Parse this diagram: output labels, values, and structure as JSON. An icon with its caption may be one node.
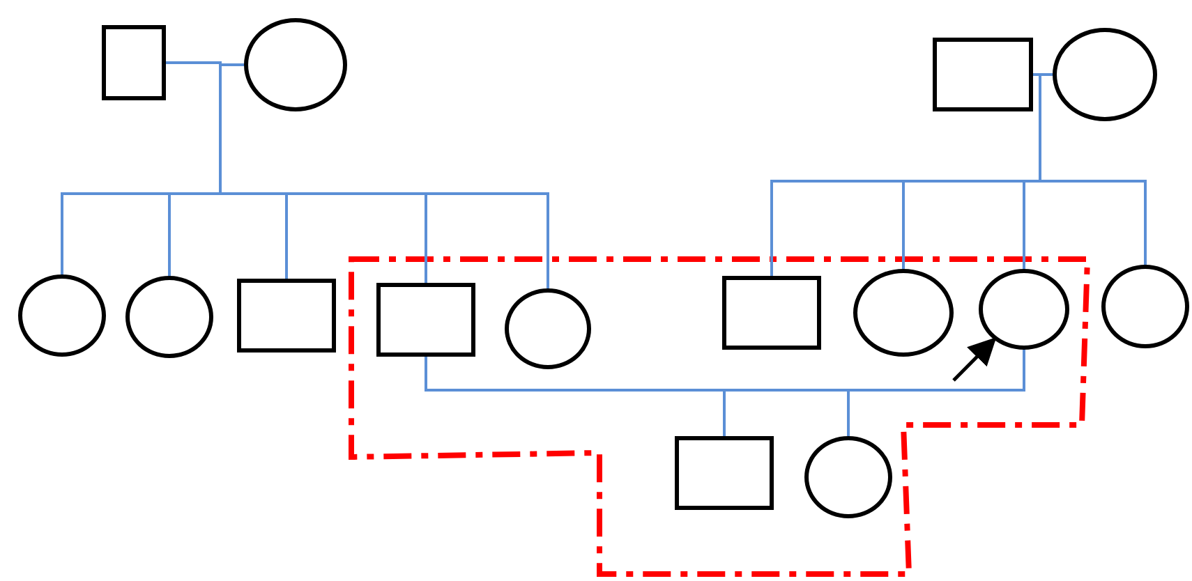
{
  "diagram": {
    "nodes": [
      {
        "text": [],
        "shape": "box"
      },
      {
        "text": [],
        "shape": "circle"
      },
      {
        "text": [],
        "shape": "box"
      },
      {
        "text": [],
        "shape": "circle"
      },
      {
        "text": [],
        "shape": "circle"
      },
      {
        "text": [],
        "shape": "circle"
      },
      {
        "text": [],
        "shape": "box"
      },
      {
        "text": [],
        "shape": "box"
      },
      {
        "text": [],
        "shape": "circle"
      },
      {
        "text": [],
        "shape": "box"
      },
      {
        "text": [],
        "shape": "circle"
      },
      {
        "text": [],
        "shape": "circle"
      },
      {
        "text": [],
        "shape": "circle"
      },
      {
        "text": [],
        "shape": "box"
      },
      {
        "text": [],
        "shape": "circle"
      }
    ],
    "edges": [
      {
        "from": 0,
        "to": 4,
        "arrow": "none"
      },
      {
        "from": 0,
        "to": 5,
        "arrow": "none"
      },
      {
        "from": 0,
        "to": 6,
        "arrow": "none"
      },
      {
        "from": 0,
        "to": 7,
        "arrow": "none"
      },
      {
        "from": 0,
        "to": 8,
        "arrow": "none"
      },
      {
        "from": 1,
        "to": 4,
        "arrow": "none"
      },
      {
        "from": 1,
        "to": 5,
        "arrow": "none"
      },
      {
        "from": 1,
        "to": 6,
        "arrow": "none"
      },
      {
        "from": 1,
        "to": 7,
        "arrow": "none"
      },
      {
        "from": 1,
        "to": 8,
        "arrow": "none"
      },
      {
        "from": 2,
        "to": 9,
        "arrow": "none"
      },
      {
        "from": 2,
        "to": 10,
        "arrow": "none"
      },
      {
        "from": 2,
        "to": 11,
        "arrow": "none"
      },
      {
        "from": 2,
        "to": 12,
        "arrow": "none"
      },
      {
        "from": 3,
        "to": 9,
        "arrow": "none"
      },
      {
        "from": 3,
        "to": 10,
        "arrow": "none"
      },
      {
        "from": 3,
        "to": 11,
        "arrow": "none"
      },
      {
        "from": 3,
        "to": 12,
        "arrow": "none"
      },
      {
        "from": 7,
        "to": 13,
        "arrow": "none"
      },
      {
        "from": 7,
        "to": 14,
        "arrow": "none"
      },
      {
        "from": 11,
        "to": 13,
        "arrow": "none"
      },
      {
        "from": 11,
        "to": 14,
        "arrow": "none"
      },
      {
        "from": null,
        "to": 11,
        "arrow": "to",
        "color": "#000000"
      }
    ]
  }
}
